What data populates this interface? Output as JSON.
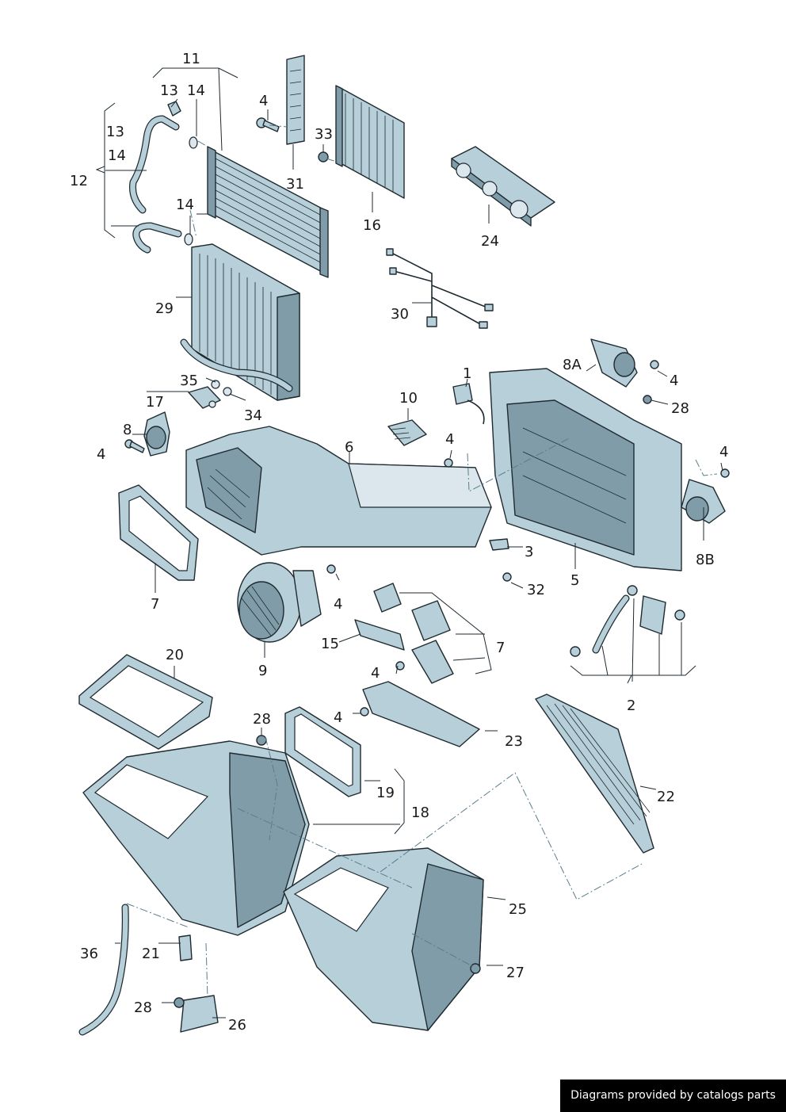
{
  "callouts": [
    {
      "id": "1",
      "text": "1"
    },
    {
      "id": "2",
      "text": "2"
    },
    {
      "id": "3",
      "text": "3"
    },
    {
      "id": "4a",
      "text": "4"
    },
    {
      "id": "4b",
      "text": "4"
    },
    {
      "id": "4c",
      "text": "4"
    },
    {
      "id": "4d",
      "text": "4"
    },
    {
      "id": "4e",
      "text": "4"
    },
    {
      "id": "4f",
      "text": "4"
    },
    {
      "id": "4g",
      "text": "4"
    },
    {
      "id": "4h",
      "text": "4"
    },
    {
      "id": "5",
      "text": "5"
    },
    {
      "id": "6",
      "text": "6"
    },
    {
      "id": "7a",
      "text": "7"
    },
    {
      "id": "7b",
      "text": "7"
    },
    {
      "id": "8",
      "text": "8"
    },
    {
      "id": "8A",
      "text": "8A"
    },
    {
      "id": "8B",
      "text": "8B"
    },
    {
      "id": "9",
      "text": "9"
    },
    {
      "id": "10",
      "text": "10"
    },
    {
      "id": "11",
      "text": "11"
    },
    {
      "id": "12",
      "text": "12"
    },
    {
      "id": "13a",
      "text": "13"
    },
    {
      "id": "13b",
      "text": "13"
    },
    {
      "id": "14a",
      "text": "14"
    },
    {
      "id": "14b",
      "text": "14"
    },
    {
      "id": "14c",
      "text": "14"
    },
    {
      "id": "15",
      "text": "15"
    },
    {
      "id": "16",
      "text": "16"
    },
    {
      "id": "17",
      "text": "17"
    },
    {
      "id": "18",
      "text": "18"
    },
    {
      "id": "19",
      "text": "19"
    },
    {
      "id": "20",
      "text": "20"
    },
    {
      "id": "21",
      "text": "21"
    },
    {
      "id": "22",
      "text": "22"
    },
    {
      "id": "23",
      "text": "23"
    },
    {
      "id": "24",
      "text": "24"
    },
    {
      "id": "25",
      "text": "25"
    },
    {
      "id": "26",
      "text": "26"
    },
    {
      "id": "27",
      "text": "27"
    },
    {
      "id": "28a",
      "text": "28"
    },
    {
      "id": "28b",
      "text": "28"
    },
    {
      "id": "28c",
      "text": "28"
    },
    {
      "id": "29",
      "text": "29"
    },
    {
      "id": "30",
      "text": "30"
    },
    {
      "id": "31",
      "text": "31"
    },
    {
      "id": "32",
      "text": "32"
    },
    {
      "id": "33",
      "text": "33"
    },
    {
      "id": "34",
      "text": "34"
    },
    {
      "id": "35",
      "text": "35"
    },
    {
      "id": "36",
      "text": "36"
    }
  ],
  "credit": "Diagrams provided by catalogs parts",
  "colors": {
    "part_fill": "#b7cfd8",
    "part_shadow": "#7f9ca8",
    "outline": "#1e2a30",
    "dash_line": "#5a7d8c"
  }
}
